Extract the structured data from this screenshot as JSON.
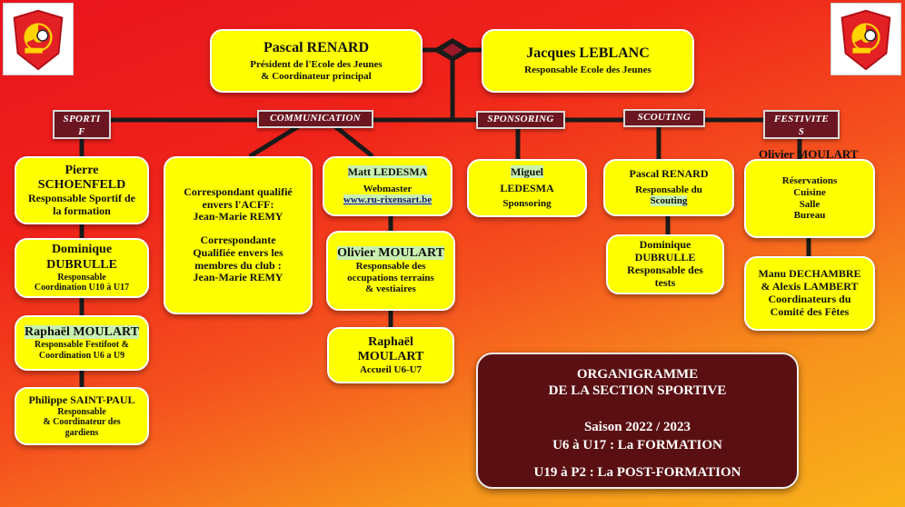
{
  "top": {
    "president": {
      "name": "Pascal RENARD",
      "role1": "Président de l'Ecole des Jeunes",
      "role2": "& Coordinateur principal"
    },
    "responsable": {
      "name": "Jacques LEBLANC",
      "role": "Responsable Ecole des Jeunes"
    }
  },
  "departments": {
    "sportif": {
      "line1": "SPORTI",
      "line2": "F"
    },
    "communication": "COMMUNICATION",
    "sponsoring": "SPONSORING",
    "scouting": "SCOUTING",
    "festivites": {
      "line1": "FESTIVITE",
      "line2": "S"
    }
  },
  "sportif": [
    {
      "l1": "Pierre",
      "l2": "SCHOENFELD",
      "l3": "Responsable Sportif de",
      "l4": "la formation"
    },
    {
      "l1": "Dominique",
      "l2": "DUBRULLE",
      "l3": "Responsable",
      "l4": "Coordination U10 à U17"
    },
    {
      "l1": "Raphaël MOULART",
      "l2": "Responsable Festifoot &",
      "l3": "Coordination U6 a U9"
    },
    {
      "l1": "Philippe SAINT-PAUL",
      "l2": "Responsable",
      "l3": "& Coordinateur des",
      "l4": "gardiens"
    }
  ],
  "communication": {
    "acff": {
      "l1": "Correspondant qualifié",
      "l2": "envers l'ACFF:",
      "l3": "Jean-Marie REMY",
      "l4": "Correspondante",
      "l5": "Qualifiée envers les",
      "l6": "membres du club :",
      "l7": "Jean-Marie REMY"
    },
    "webmaster": {
      "l1": "Matt LEDESMA",
      "l2": "Webmaster",
      "l3": "www.ru-rixensart.be"
    },
    "occupations": {
      "l1": "Olivier MOULART",
      "l2": "Responsable des",
      "l3": "occupations terrains",
      "l4": "& vestiaires"
    },
    "accueil": {
      "l1": "Raphaël",
      "l2": "MOULART",
      "l3": "Accueil U6-U7"
    }
  },
  "sponsoring": {
    "l1": "Miguel",
    "l2": "LEDESMA",
    "l3": "Sponsoring"
  },
  "scouting": [
    {
      "l1": "Pascal RENARD",
      "l2": "Responsable du",
      "l3": "Scouting"
    },
    {
      "l1": "Dominique",
      "l2": "DUBRULLE",
      "l3": "Responsable des",
      "l4": "tests"
    }
  ],
  "festivites": {
    "head": "Olivier MOULART",
    "reservations": {
      "l1": "Réservations",
      "l2": "Cuisine",
      "l3": "Salle",
      "l4": "Bureau"
    },
    "comite": {
      "l1": "Manu DECHAMBRE",
      "l2": "& Alexis LAMBERT",
      "l3": "Coordinateurs du",
      "l4": "Comité des Fêtes"
    }
  },
  "title_panel": {
    "l1": "ORGANIGRAMME",
    "l2": "DE  LA  SECTION  SPORTIVE",
    "l3": "Saison 2022 / 2023",
    "l4": "U6 à U17 : La FORMATION",
    "l5": "U19 à P2 : La POST-FORMATION"
  },
  "colors": {
    "box": "#ffff00",
    "dept": "#6b1620",
    "panel": "#5a1012",
    "line": "#1a1a1a"
  }
}
